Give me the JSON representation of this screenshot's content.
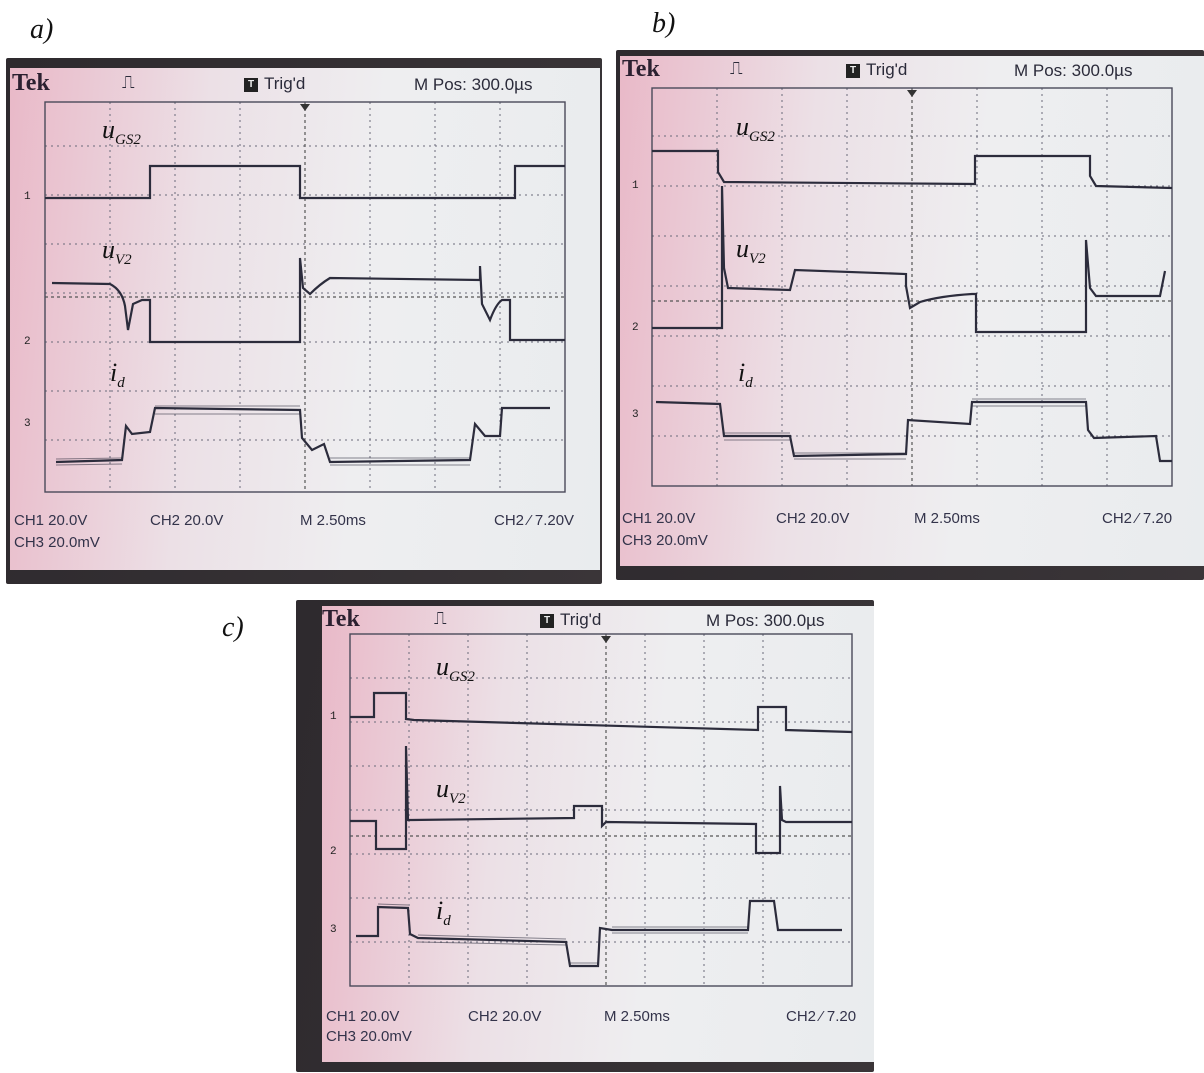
{
  "panels": [
    {
      "id": "a",
      "label": "a)",
      "header": {
        "brand": "Tek",
        "trigger": "Trig'd",
        "trigger_icon": "T",
        "position": "M Pos: 300.0µs"
      },
      "footer": {
        "ch1": "CH1  20.0V",
        "ch2": "CH2  20.0V",
        "timebase": "M 2.50ms",
        "trigger_setting": "CH2 ⁄ 7.20V",
        "ch3": "CH3  20.0mV"
      },
      "markers": [
        "1",
        "2",
        "3"
      ],
      "traces": {
        "gate": "u_GS2",
        "voltage": "u_V2",
        "current": "i_d"
      }
    },
    {
      "id": "b",
      "label": "b)",
      "header": {
        "brand": "Tek",
        "trigger": "Trig'd",
        "trigger_icon": "T",
        "position": "M Pos: 300.0µs"
      },
      "footer": {
        "ch1": "CH1  20.0V",
        "ch2": "CH2  20.0V",
        "timebase": "M 2.50ms",
        "trigger_setting": "CH2 ⁄ 7.20",
        "ch3": "CH3  20.0mV"
      },
      "markers": [
        "1",
        "2",
        "3"
      ],
      "traces": {
        "gate": "u_GS2",
        "voltage": "u_V2",
        "current": "i_d"
      }
    },
    {
      "id": "c",
      "label": "c)",
      "header": {
        "brand": "Tek",
        "trigger": "Trig'd",
        "trigger_icon": "T",
        "position": "M Pos: 300.0µs"
      },
      "footer": {
        "ch1": "CH1  20.0V",
        "ch2": "CH2  20.0V",
        "timebase": "M 2.50ms",
        "trigger_setting": "CH2 ⁄ 7.20",
        "ch3": "CH3  20.0mV"
      },
      "markers": [
        "1",
        "2",
        "3"
      ],
      "traces": {
        "gate": "u_GS2",
        "voltage": "u_V2",
        "current": "i_d"
      }
    }
  ],
  "colors": {
    "trace": "#2c2c3c",
    "grid": "#6a6a7a",
    "bezel": "#332e32"
  }
}
